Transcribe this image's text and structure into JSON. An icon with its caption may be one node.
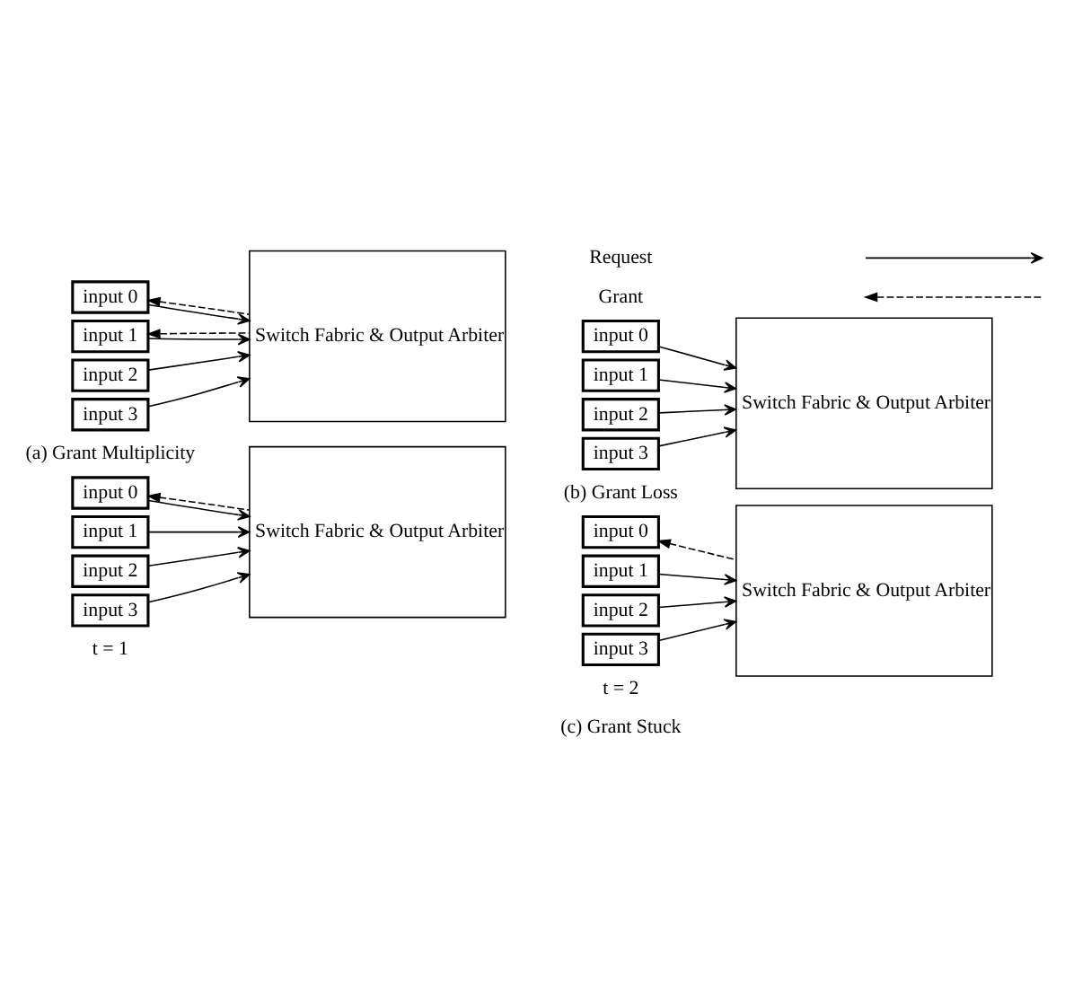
{
  "diagram": {
    "nodes": [
      {
        "text": [
          "input 0"
        ]
      },
      {
        "text": [
          "input 1"
        ]
      },
      {
        "text": [
          "input 2"
        ]
      },
      {
        "text": [
          "input 3"
        ]
      },
      {
        "text": [
          "Switch Fabric & Output Arbiter"
        ]
      },
      {
        "text": [
          "input 0"
        ]
      },
      {
        "text": [
          "input 1"
        ]
      },
      {
        "text": [
          "input 2"
        ]
      },
      {
        "text": [
          "input 3"
        ]
      },
      {
        "text": [
          "Switch Fabric & Output Arbiter"
        ]
      },
      {
        "text": [
          "input 0"
        ]
      },
      {
        "text": [
          "input 1"
        ]
      },
      {
        "text": [
          "input 2"
        ]
      },
      {
        "text": [
          "input 3"
        ]
      },
      {
        "text": [
          "Switch Fabric & Output Arbiter"
        ]
      },
      {
        "text": [
          "input 0"
        ]
      },
      {
        "text": [
          "input 1"
        ]
      },
      {
        "text": [
          "input 2"
        ]
      },
      {
        "text": [
          "input 3"
        ]
      },
      {
        "text": [
          "Switch Fabric & Output Arbiter"
        ]
      }
    ],
    "edges": [
      {
        "from": 0,
        "to": 4,
        "arrow": "to"
      },
      {
        "from": 4,
        "to": 0,
        "arrow": "to",
        "style": "dashed"
      },
      {
        "from": 1,
        "to": 4,
        "arrow": "to"
      },
      {
        "from": 4,
        "to": 1,
        "arrow": "to",
        "style": "dashed"
      },
      {
        "from": 2,
        "to": 4,
        "arrow": "to"
      },
      {
        "from": 3,
        "to": 4,
        "arrow": "to"
      },
      {
        "from": 5,
        "to": 9,
        "arrow": "to"
      },
      {
        "from": 6,
        "to": 9,
        "arrow": "to"
      },
      {
        "from": 7,
        "to": 9,
        "arrow": "to"
      },
      {
        "from": 8,
        "to": 9,
        "arrow": "to"
      },
      {
        "from": 10,
        "to": 14,
        "arrow": "to"
      },
      {
        "from": 14,
        "to": 10,
        "arrow": "to",
        "style": "dashed"
      },
      {
        "from": 11,
        "to": 14,
        "arrow": "to"
      },
      {
        "from": 12,
        "to": 14,
        "arrow": "to"
      },
      {
        "from": 13,
        "to": 14,
        "arrow": "to"
      },
      {
        "from": 19,
        "to": 15,
        "arrow": "to",
        "style": "dashed"
      },
      {
        "from": 16,
        "to": 19,
        "arrow": "to"
      },
      {
        "from": 17,
        "to": 19,
        "arrow": "to"
      },
      {
        "from": 18,
        "to": 19,
        "arrow": "to"
      }
    ],
    "labels": [
      "(a) Grant Multiplicity",
      "(b) Grant Loss",
      "t = 1",
      "t = 2",
      "(c) Grant Stuck"
    ],
    "legend": [
      {
        "text": "Request"
      },
      {
        "text": "Grant"
      }
    ]
  }
}
